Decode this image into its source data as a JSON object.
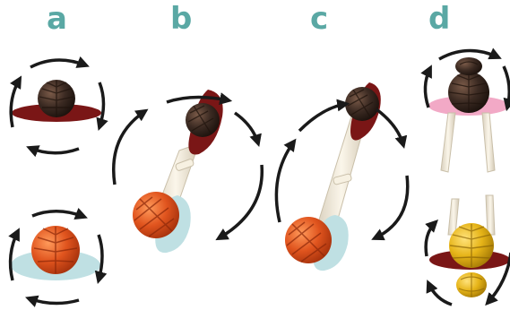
{
  "panels": [
    {
      "label": "a"
    },
    {
      "label": "b"
    },
    {
      "label": "c"
    },
    {
      "label": "d"
    }
  ],
  "colors": {
    "label": "#5aa8a4",
    "arrow": "#1a1a1a",
    "dark_ball": "#3b2a22",
    "orange_ball": "#e0541e",
    "yellow_ball": "#e6b418",
    "dark_red_disc": "#7a1616",
    "light_blue_disc": "#bfe0e3",
    "pink_disc": "#f2a9c6",
    "rod": "#efe7d6"
  }
}
